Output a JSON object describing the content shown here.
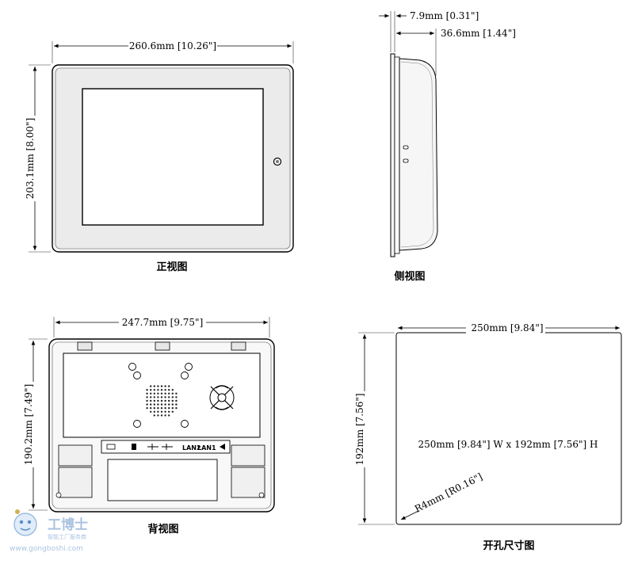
{
  "front_view": {
    "width_dim": "260.6mm [10.26\"]",
    "height_dim": "203.1mm [8.00\"]",
    "caption": "正视图"
  },
  "side_view": {
    "depth_front_dim": "7.9mm [0.31\"]",
    "depth_total_dim": "36.6mm [1.44\"]",
    "caption": "侧视图"
  },
  "back_view": {
    "width_dim": "247.7mm [9.75\"]",
    "height_dim": "190.2mm [7.49\"]",
    "port_labels": [
      "LAN2",
      "LAN1"
    ],
    "caption": "背视图"
  },
  "cutout_view": {
    "width_dim": "250mm [9.84\"]",
    "height_dim": "192mm [7.56\"]",
    "size_note": "250mm [9.84\"] W x 192mm [7.56\"] H",
    "radius_note": "R4mm [R0.16\"]",
    "caption": "开孔尺寸图"
  },
  "watermark": {
    "brand": "工博士",
    "tagline": "智能工厂服务商",
    "url": "www.gongboshi.com"
  }
}
